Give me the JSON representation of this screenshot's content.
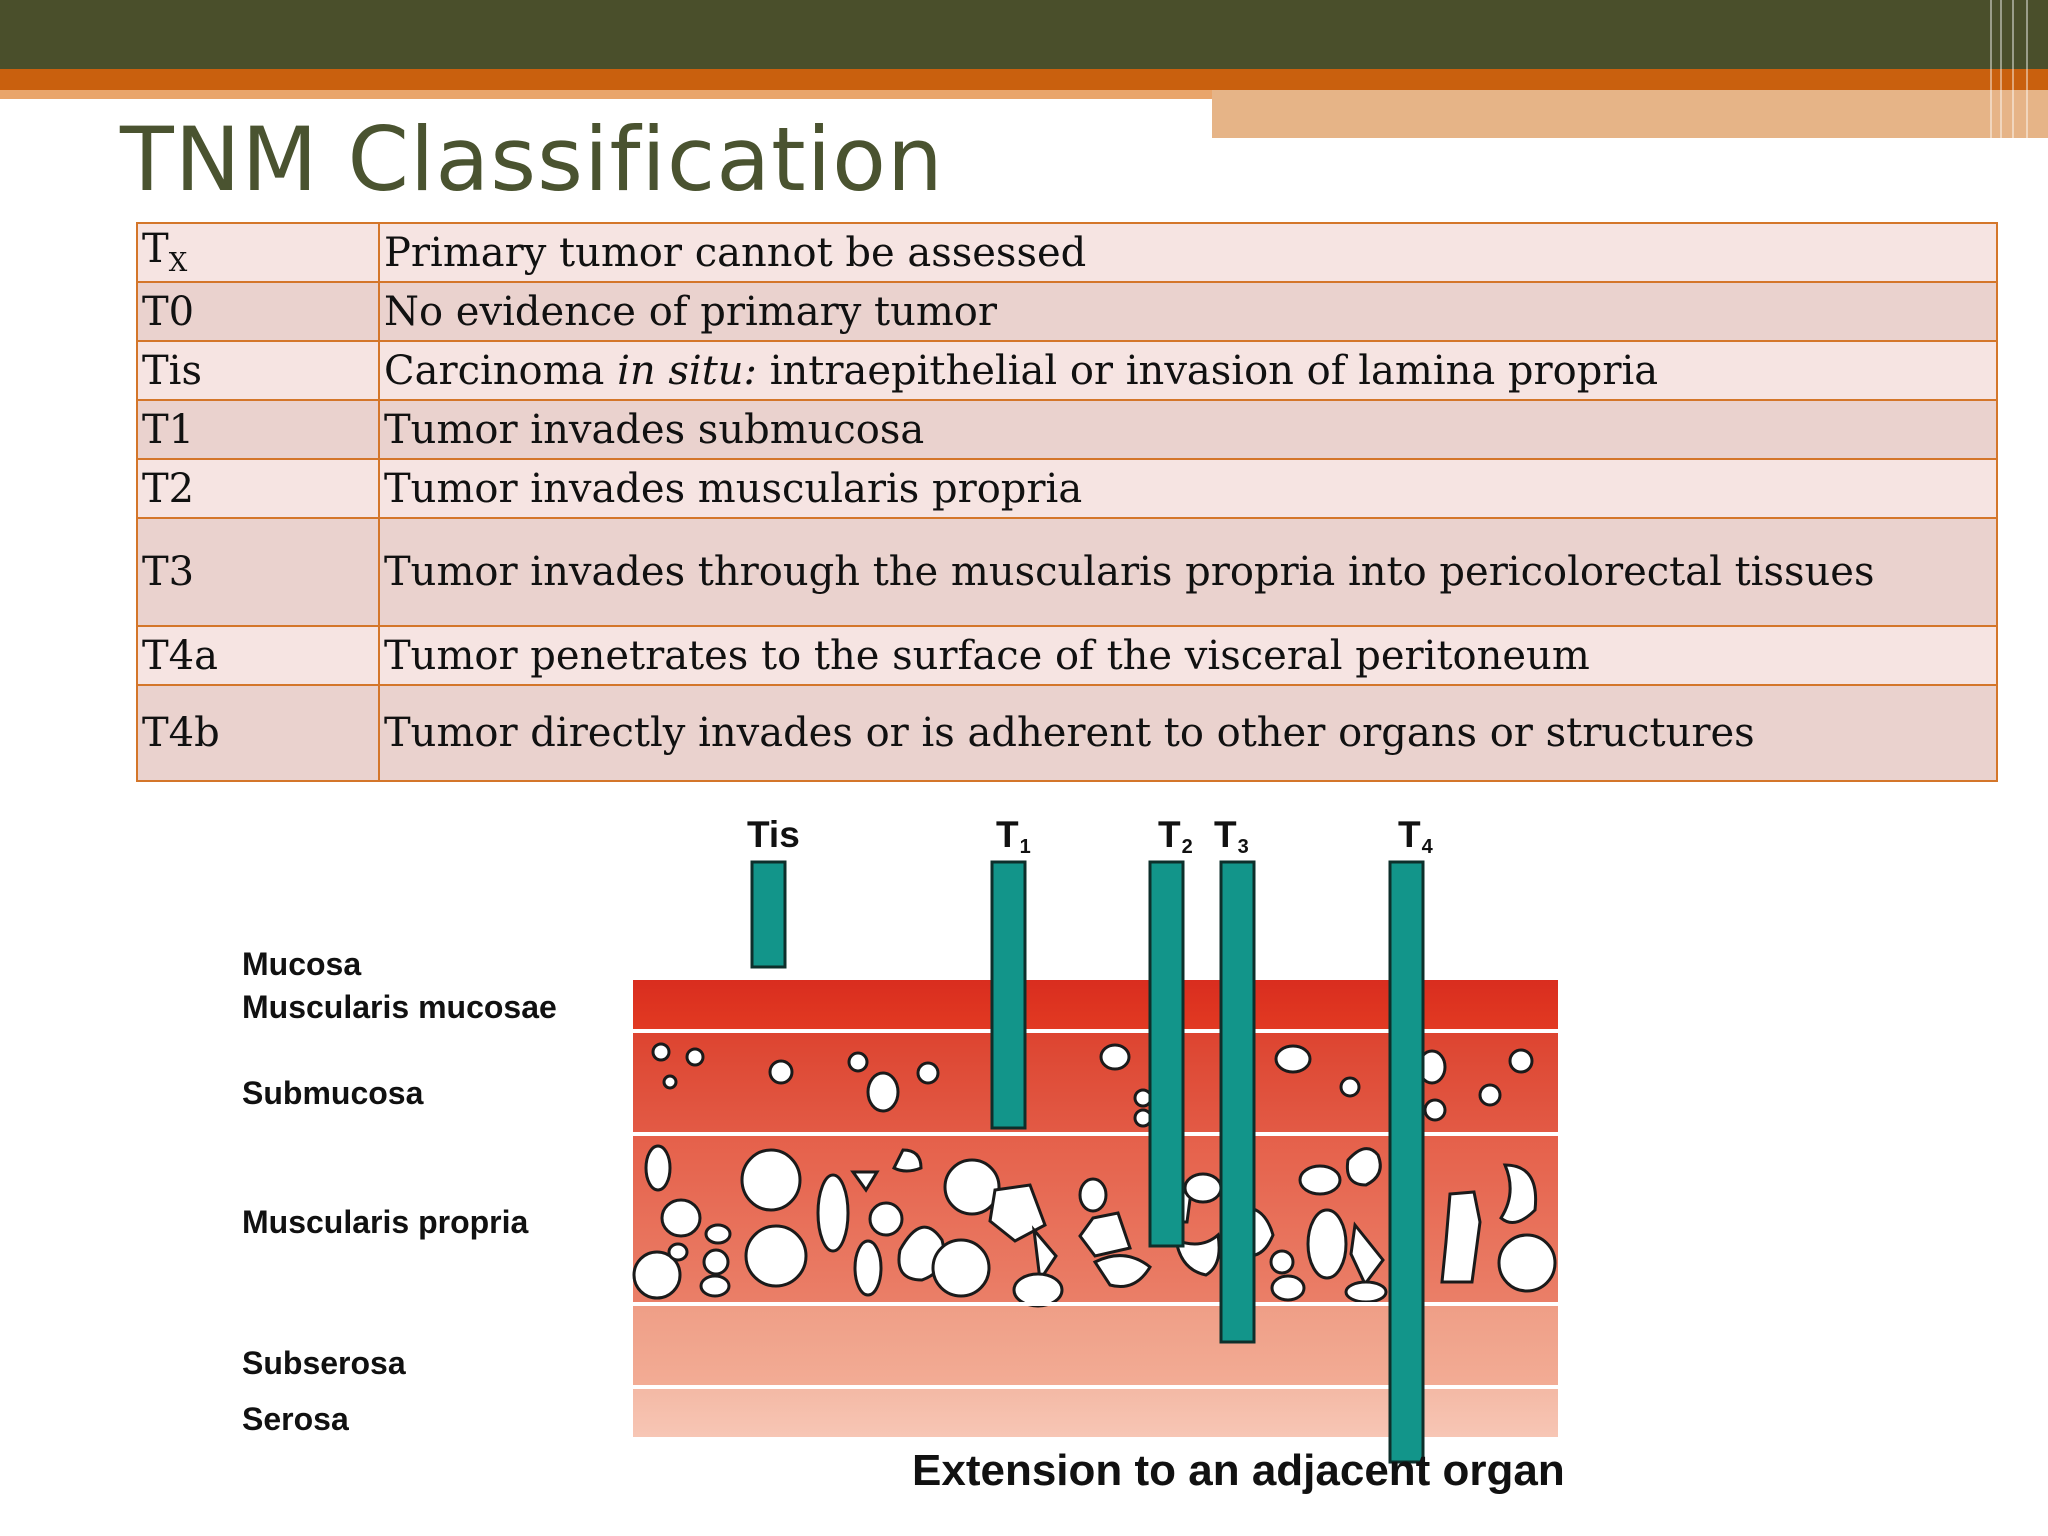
{
  "slide": {
    "title": "TNM Classification",
    "colors": {
      "header_band": "#4a4f2b",
      "accent_band": "#c9600e",
      "table_border": "#d4762a",
      "stage_bar": "#12958a"
    }
  },
  "table": {
    "rows": [
      {
        "code": "T",
        "code_sub": "X",
        "description": "Primary tumor cannot be assessed"
      },
      {
        "code": "T0",
        "description": "No evidence of primary tumor"
      },
      {
        "code": "Tis",
        "description_before": "Carcinoma ",
        "description_italic": "in situ:",
        "description_after": " intraepithelial or invasion of lamina propria"
      },
      {
        "code": "T1",
        "description": "Tumor invades submucosa"
      },
      {
        "code": "T2",
        "description": "Tumor invades muscularis propria"
      },
      {
        "code": "T3",
        "description": "Tumor invades through the muscularis propria into pericolorectal tissues"
      },
      {
        "code": "T4a",
        "description": "Tumor penetrates to the surface of the visceral peritoneum"
      },
      {
        "code": "T4b",
        "description": "Tumor directly invades or is adherent to other organs or structures"
      }
    ]
  },
  "diagram": {
    "layer_labels": [
      "Mucosa",
      "Muscularis mucosae",
      "Submucosa",
      "Muscularis propria",
      "Subserosa",
      "Serosa"
    ],
    "stages": [
      {
        "label": "Tis",
        "sub": ""
      },
      {
        "label": "T",
        "sub": "1"
      },
      {
        "label": "T",
        "sub": "2"
      },
      {
        "label": "T",
        "sub": "3"
      },
      {
        "label": "T",
        "sub": "4"
      }
    ],
    "caption": "Extension to an adjacent  organ"
  }
}
